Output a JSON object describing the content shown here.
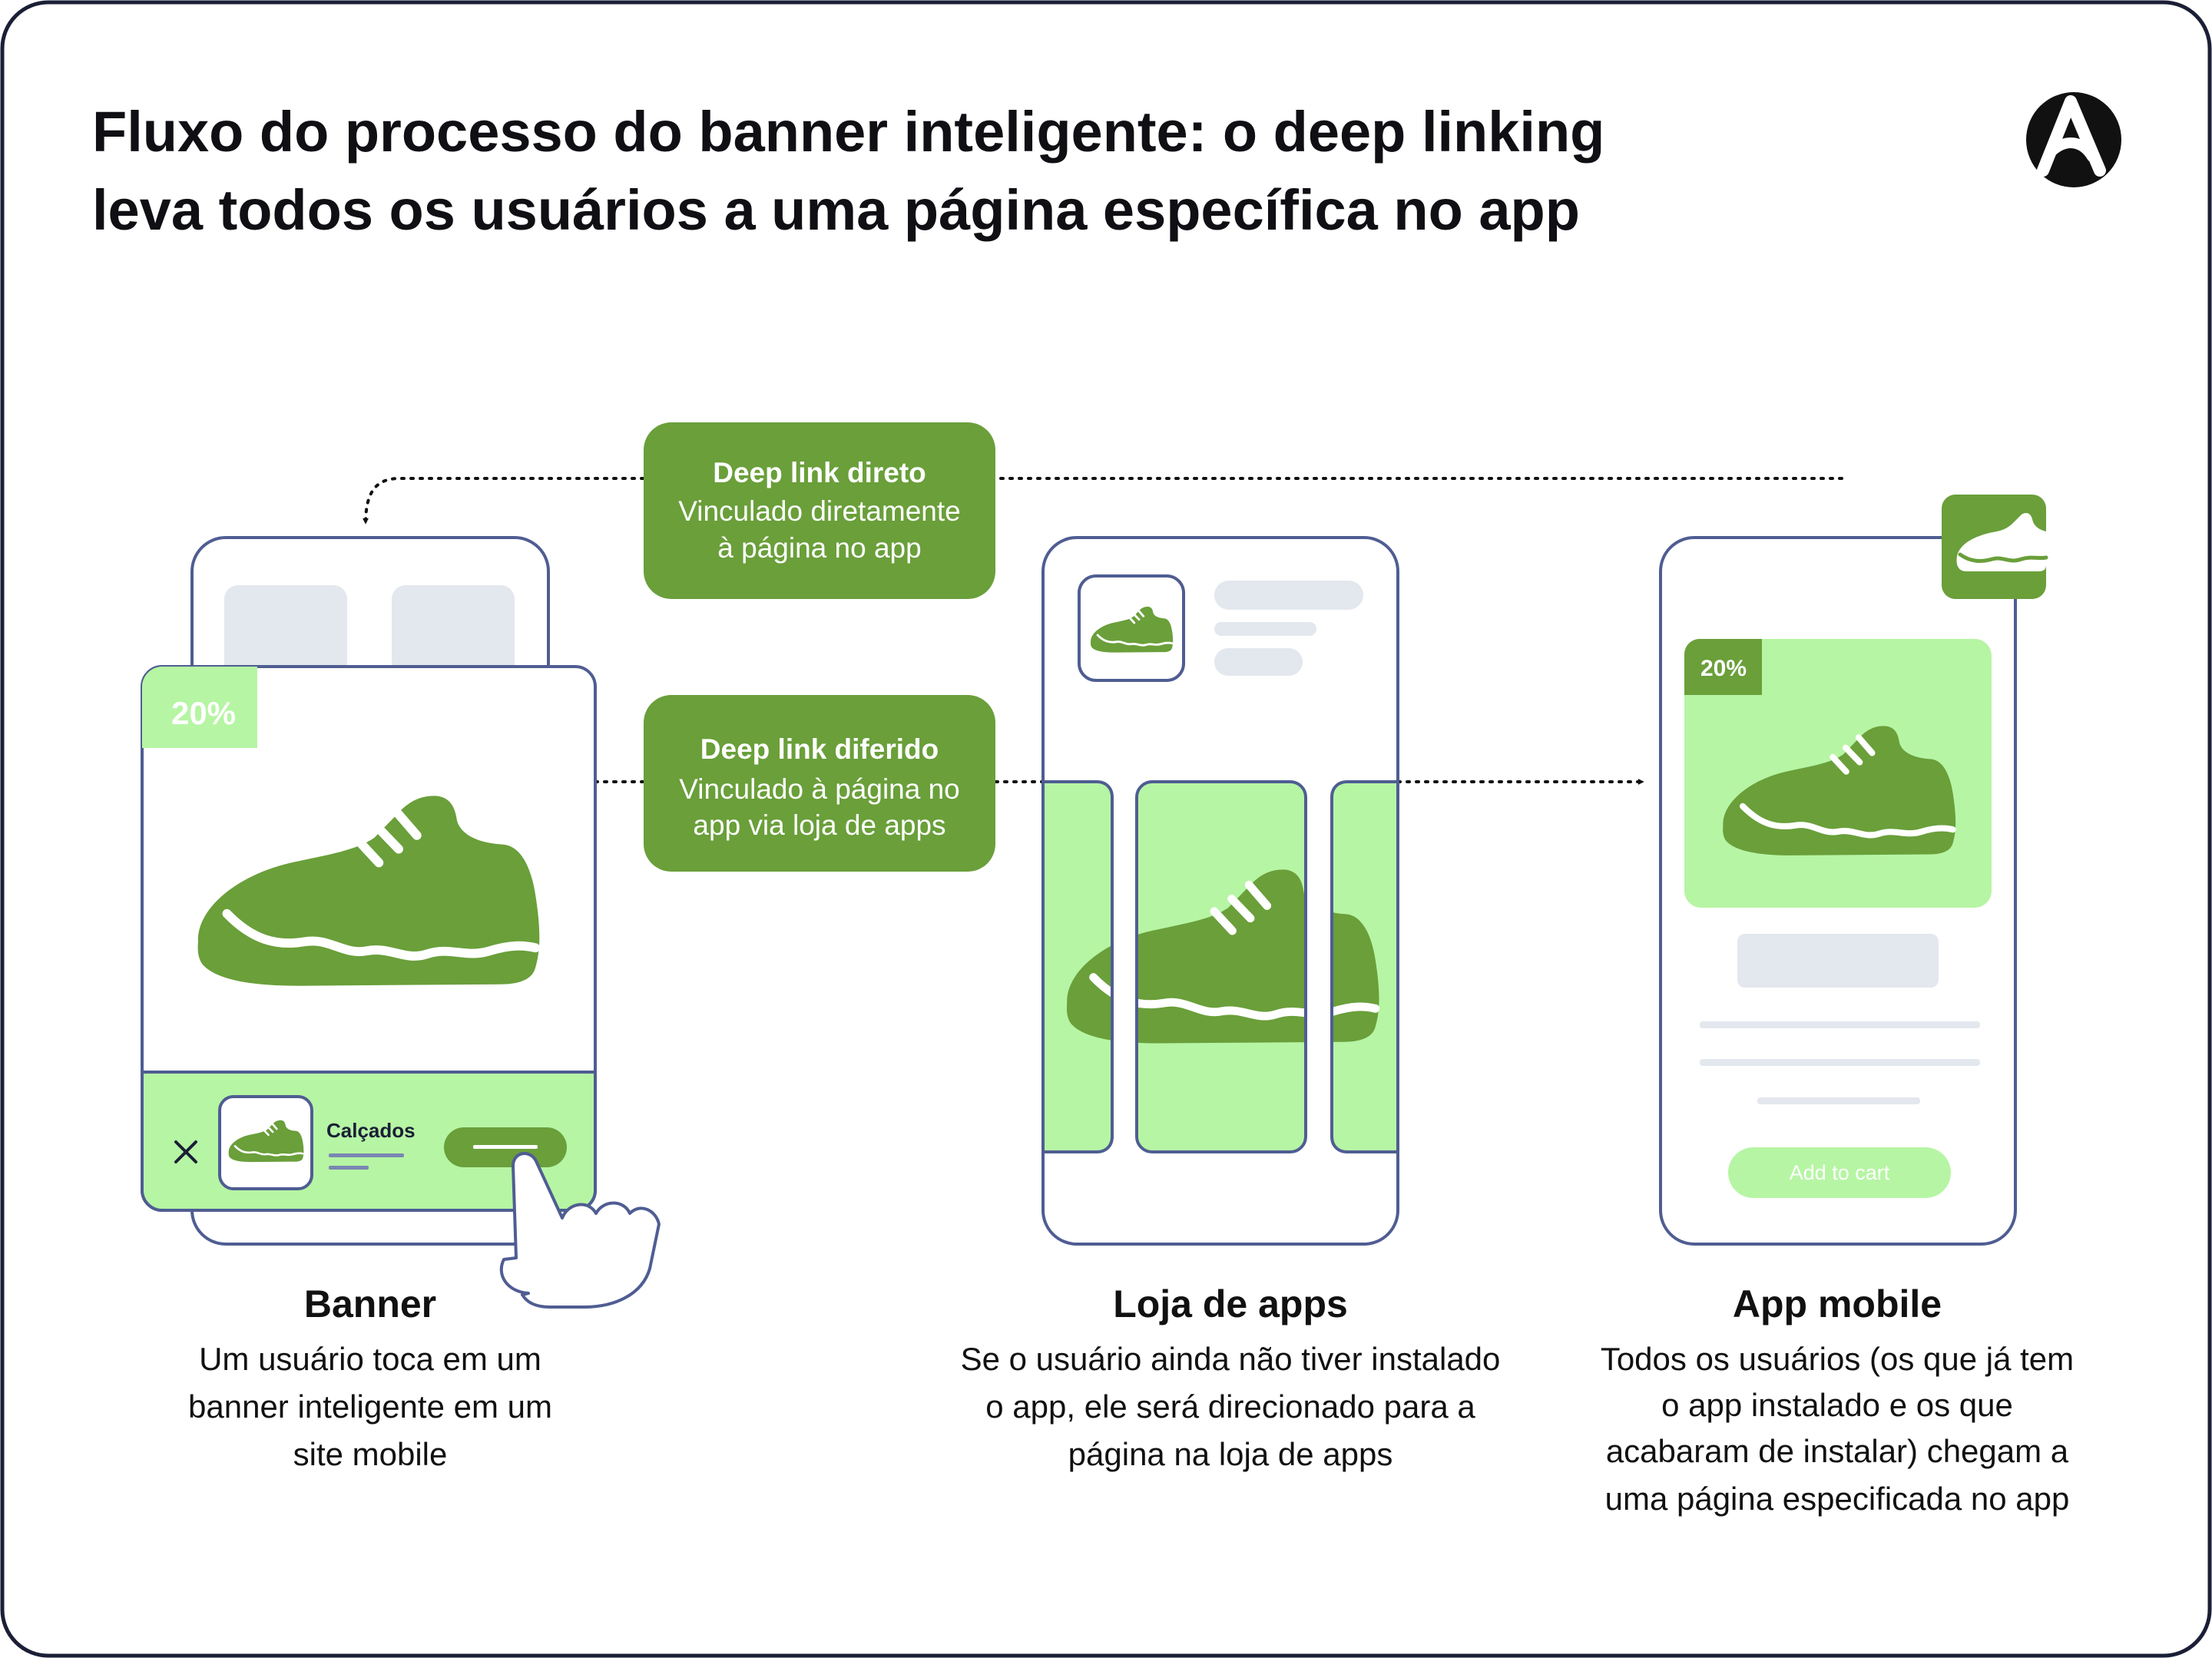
{
  "title": {
    "line1": "Fluxo do processo do banner inteligente: o deep linking",
    "line2": "leva todos os usuários a uma página específica no app"
  },
  "logo": {
    "icon": "brand-a-icon"
  },
  "direct_link": {
    "heading": "Deep link direto",
    "line1": "Vinculado diretamente",
    "line2": "à página no app"
  },
  "deferred_link": {
    "heading": "Deep link diferido",
    "line1": "Vinculado à página no",
    "line2": "app via loja de apps"
  },
  "banner": {
    "discount": "20%",
    "close_icon": "close-icon",
    "product_label": "Calçados",
    "caption_title": "Banner",
    "caption_lines": [
      "Um usuário toca em um",
      "banner inteligente em um",
      "site mobile"
    ]
  },
  "store": {
    "caption_title": "Loja de apps",
    "caption_lines": [
      "Se o usuário ainda não tiver instalado",
      "o app, ele será direcionado para a",
      "página na loja de apps"
    ]
  },
  "app": {
    "discount": "20%",
    "add_to_cart": "Add to cart",
    "caption_title": "App mobile",
    "caption_lines": [
      "Todos os usuários (os que já tem",
      "o app instalado e os que",
      "acabaram de instalar) chegam a",
      "uma página especificada no app"
    ]
  },
  "colors": {
    "green_dark": "#6a9f3a",
    "green_light": "#b6f5a4",
    "outline": "#4f5d92",
    "placeholder": "#e3e7ee"
  }
}
